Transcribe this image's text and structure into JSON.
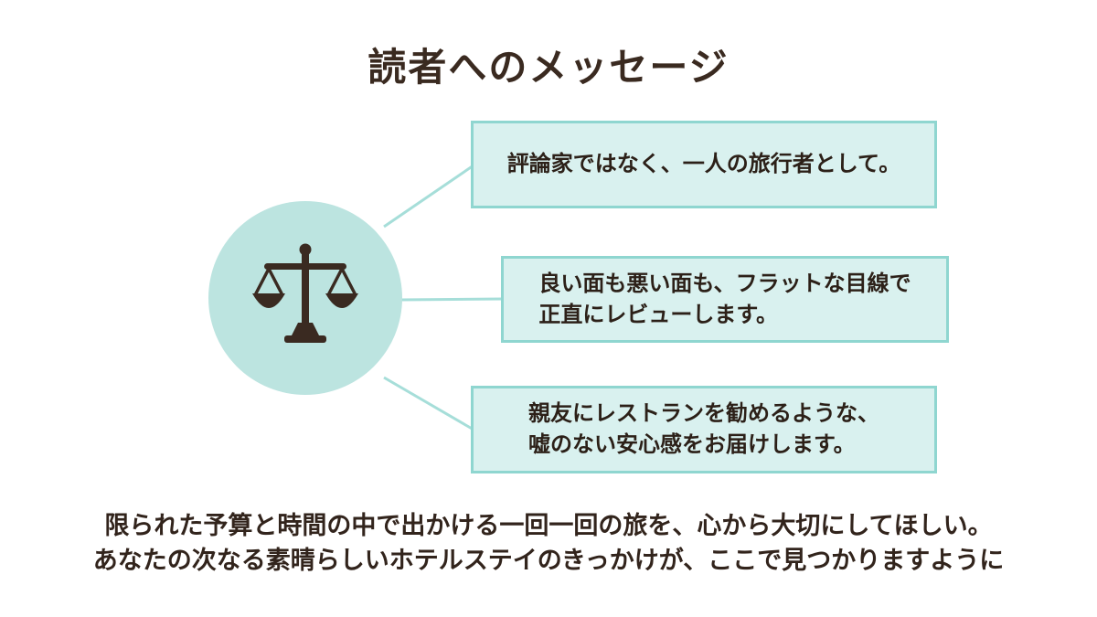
{
  "title": "読者へのメッセージ",
  "diagram": {
    "icon": "balance-scale-icon",
    "colors": {
      "circle_bg": "#bce4e0",
      "icon": "#3a2a21",
      "box_bg": "#d9f1ef",
      "box_border": "#8fd6d0",
      "connector": "#a6ded9",
      "text": "#32241c"
    },
    "boxes": [
      {
        "lines": {
          "0": "評論家ではなく、一人の旅行者として。"
        }
      },
      {
        "lines": {
          "0": "良い面も悪い面も、フラットな目線で",
          "1": "正直にレビューします。"
        }
      },
      {
        "lines": {
          "0": "親友にレストランを勧めるような、",
          "1": "嘘のない安心感をお届けします。"
        }
      }
    ]
  },
  "footer": {
    "lines": {
      "0": "限られた予算と時間の中で出かける一回一回の旅を、心から大切にしてほしい。",
      "1": "あなたの次なる素晴らしいホテルステイのきっかけが、ここで見つかりますように"
    }
  }
}
